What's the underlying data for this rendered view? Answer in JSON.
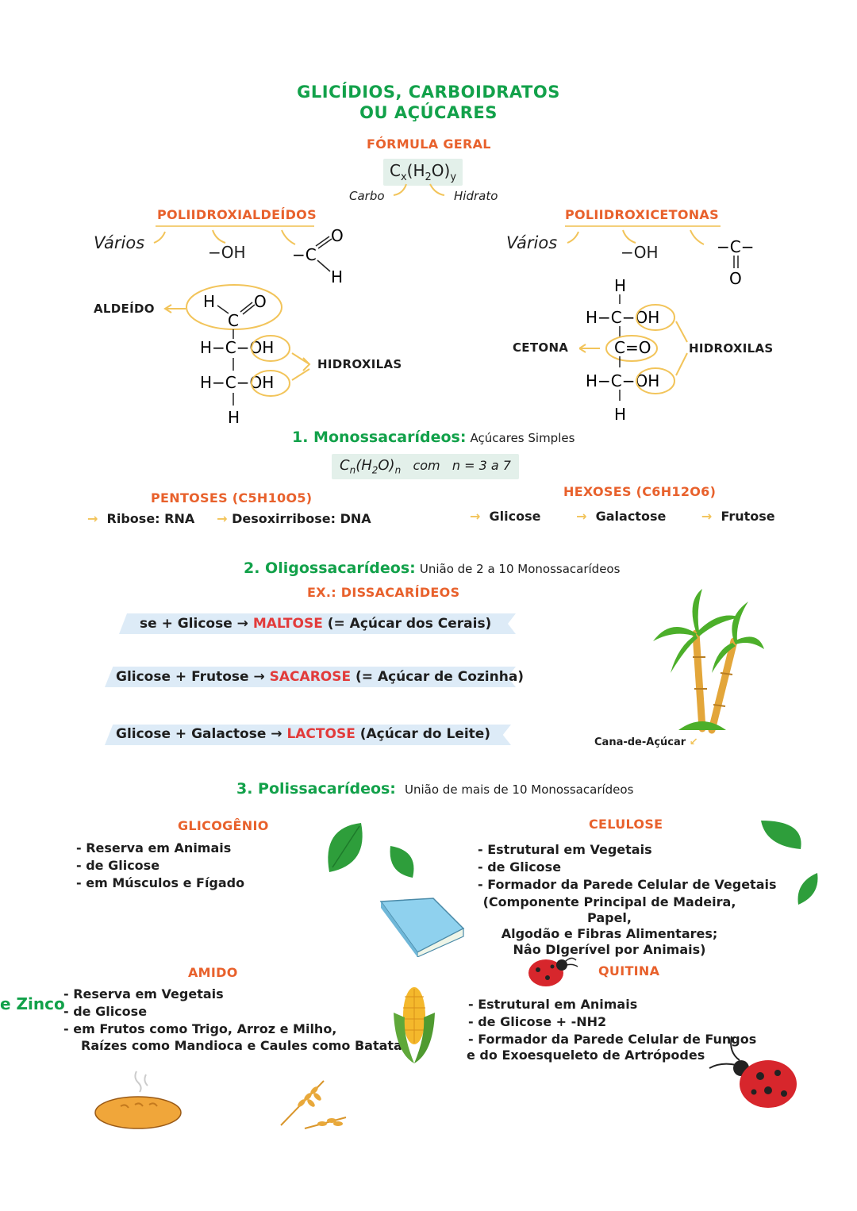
{
  "header": {
    "title_line1": "GLICÍDIOS, CARBOIDRATOS",
    "title_line2": "OU AÇÚCARES",
    "general_formula_label": "FÓRMULA GERAL",
    "general_formula": "Cx(H2O)y",
    "carbo_label": "Carbo",
    "hidrato_label": "Hidrato"
  },
  "aldehydes": {
    "title": "POLIIDROXIALDEÍDOS",
    "varios": "Vários",
    "oh_group": "−OH",
    "aldeido_label": "ALDEÍDO",
    "hidroxilas_label": "HIDROXILAS"
  },
  "ketones": {
    "title": "POLIIDROXICETONAS",
    "varios": "Vários",
    "oh_group": "−OH",
    "cetona_label": "CETONA",
    "hidroxilas_label": "HIDROXILAS"
  },
  "mono": {
    "title": "1. Monossacarídeos:",
    "subtitle": "Açúcares Simples",
    "formula": "Cn(H2O)n",
    "formula_com": "com",
    "formula_n": "n = 3 a 7",
    "pentoses_title": "PENTOSES (C5H10O5)",
    "pentoses": [
      "Ribose: RNA",
      "Desoxirribose: DNA"
    ],
    "hexoses_title": "HEXOSES (C6H12O6)",
    "hexoses": [
      "Glicose",
      "Galactose",
      "Frutose"
    ]
  },
  "oligo": {
    "title": "2. Oligossacarídeos:",
    "subtitle": "União de 2 a 10 Monossacarídeos",
    "example_label": "EX.: DISSACARÍDEOS",
    "reactions": [
      {
        "left": "se + Glicose →",
        "product": "MALTOSE",
        "note": "(= Açúcar dos Cerais)"
      },
      {
        "left": "Glicose + Frutose →",
        "product": "SACAROSE",
        "note": "(= Açúcar de Cozinha)"
      },
      {
        "left": "Glicose + Galactose →",
        "product": "LACTOSE",
        "note": "(Açúcar do Leite)"
      }
    ],
    "cane_caption": "Cana-de-Açúcar"
  },
  "poly": {
    "title": "3. Polissacarídeos:",
    "subtitle": "União de mais de 10 Monossacarídeos",
    "glicogenio": {
      "title": "GLICOGÊNIO",
      "items": [
        "Reserva em Animais",
        " de Glicose",
        "em Músculos e Fígado"
      ]
    },
    "celulose": {
      "title": "CELULOSE",
      "items": [
        "Estrutural em Vegetais",
        "de Glicose",
        "Formador da Parede Celular de Vegetais"
      ],
      "note_line1": "(Componente Principal de Madeira, Papel,",
      "note_line2": "Algodão e Fibras Alimentares;",
      "note_line3": "Nâo DIgerível por Animais)"
    },
    "amido": {
      "title": "AMIDO",
      "items": [
        "Reserva em Vegetais",
        "de Glicose",
        "em Frutos como Trigo, Arroz e Milho,"
      ],
      "continuation": "Raízes como Mandioca e Caules como Batata"
    },
    "quitina": {
      "title": "QUITINA",
      "items": [
        "Estrutural em Animais",
        "de Glicose + -NH2",
        "Formador da Parede Celular de Fungos"
      ],
      "continuation": "e do Exoesqueleto de Artrópodes"
    },
    "edge_label": "e Zinco"
  },
  "colors": {
    "green": "#12a14a",
    "orange": "#e8612c",
    "red": "#e23b3b",
    "yellow_arrow": "#f2c45a",
    "band": "#ddebf7"
  }
}
